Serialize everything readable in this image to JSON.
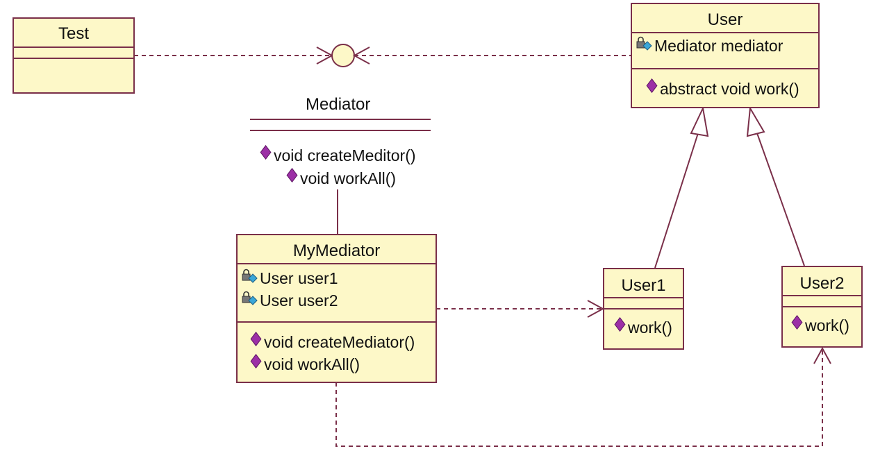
{
  "classes": {
    "test": {
      "name": "Test"
    },
    "user": {
      "name": "User",
      "attributes": [
        "Mediator mediator"
      ],
      "operations": [
        "abstract void work()"
      ]
    },
    "mediator": {
      "name": "Mediator",
      "operations": [
        "void createMeditor()",
        "void workAll()"
      ]
    },
    "my_mediator": {
      "name": "MyMediator",
      "attributes": [
        "User user1",
        "User user2"
      ],
      "operations": [
        "void createMediator()",
        "void workAll()"
      ]
    },
    "user1": {
      "name": "User1",
      "operations": [
        "work()"
      ]
    },
    "user2": {
      "name": "User2",
      "operations": [
        "work()"
      ]
    }
  },
  "colors": {
    "class_fill": "#fdf8c8",
    "line": "#7a2f49",
    "operation_icon": "#9c2fa6",
    "attribute_icon": "#3aa7d8"
  },
  "icons": {
    "operation": "public-operation-icon",
    "attribute": "private-attribute-icon"
  }
}
